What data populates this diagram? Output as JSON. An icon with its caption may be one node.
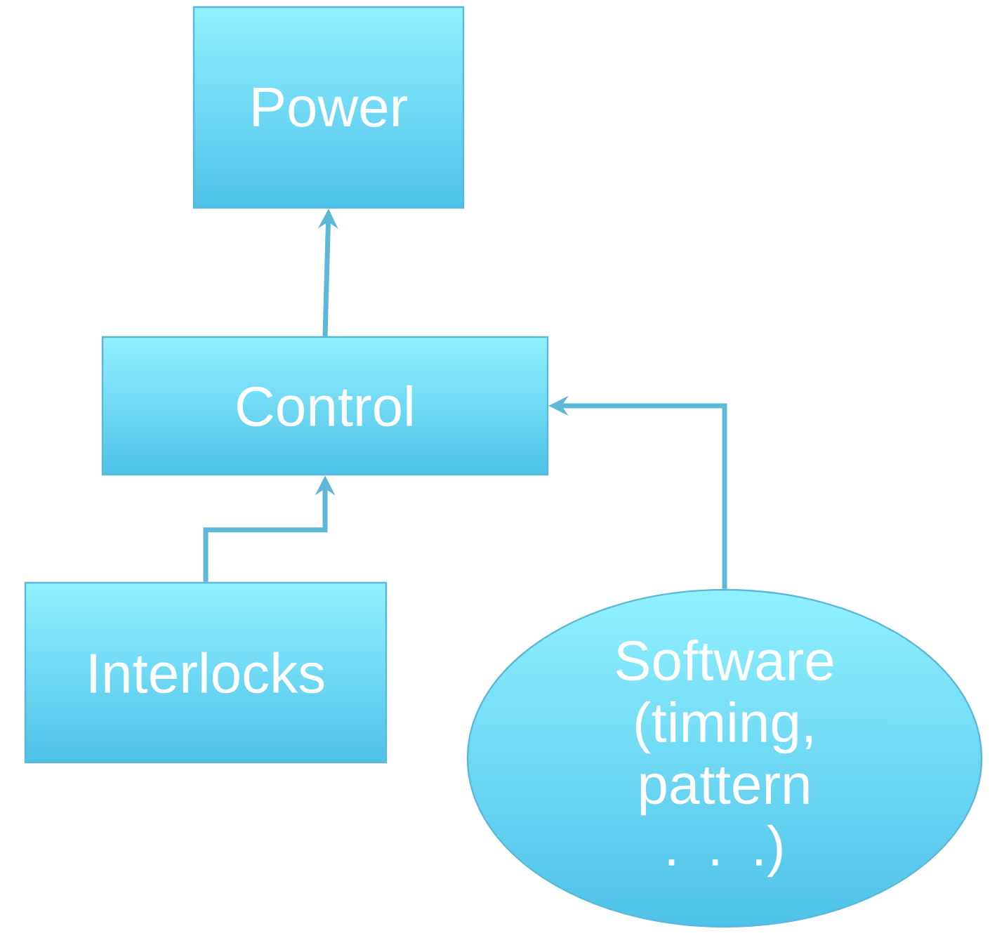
{
  "diagram": {
    "nodes": [
      {
        "text": [
          "Power"
        ]
      },
      {
        "text": [
          "Control"
        ]
      },
      {
        "text": [
          "Interlocks"
        ]
      },
      {
        "text": [
          "Software (timing, pattern . . .)"
        ]
      }
    ],
    "edges": [
      {
        "from": 1,
        "to": 0,
        "arrow": "to"
      },
      {
        "from": 2,
        "to": 1,
        "arrow": "to"
      },
      {
        "from": 3,
        "to": 1,
        "arrow": "to"
      }
    ]
  }
}
